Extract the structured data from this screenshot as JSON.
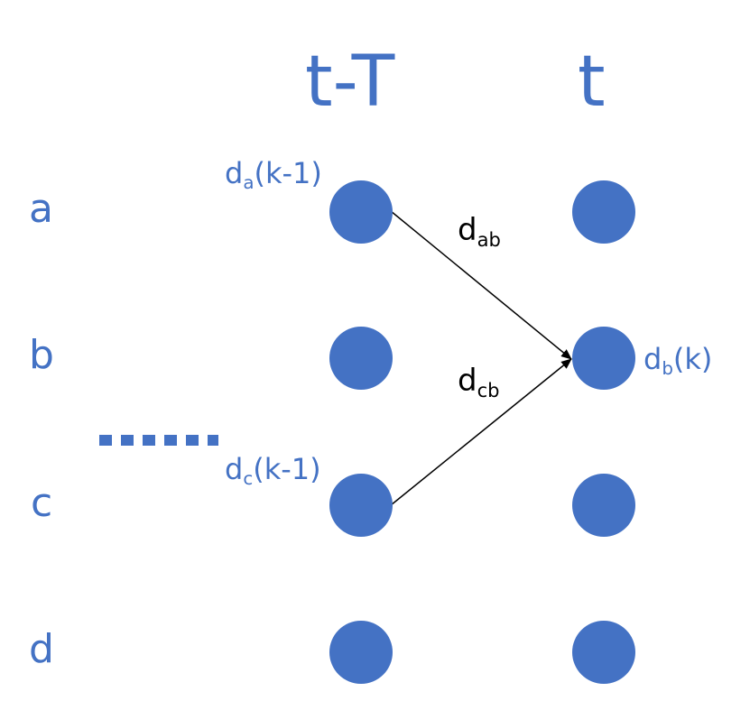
{
  "columns": {
    "prev": "t-T",
    "curr": "t"
  },
  "rows": [
    "a",
    "b",
    "c",
    "d"
  ],
  "node_labels": {
    "da": {
      "base": "d",
      "sub": "a",
      "rest": "(k-1)"
    },
    "dc": {
      "base": "d",
      "sub": "c",
      "rest": "(k-1)"
    },
    "db": {
      "base": "d",
      "sub": "b",
      "rest": "(k)"
    }
  },
  "edge_labels": {
    "dab": {
      "base": "d",
      "sub": "ab"
    },
    "dcb": {
      "base": "d",
      "sub": "cb"
    }
  },
  "colors": {
    "accent": "#4472C4",
    "arrow": "#000000"
  }
}
